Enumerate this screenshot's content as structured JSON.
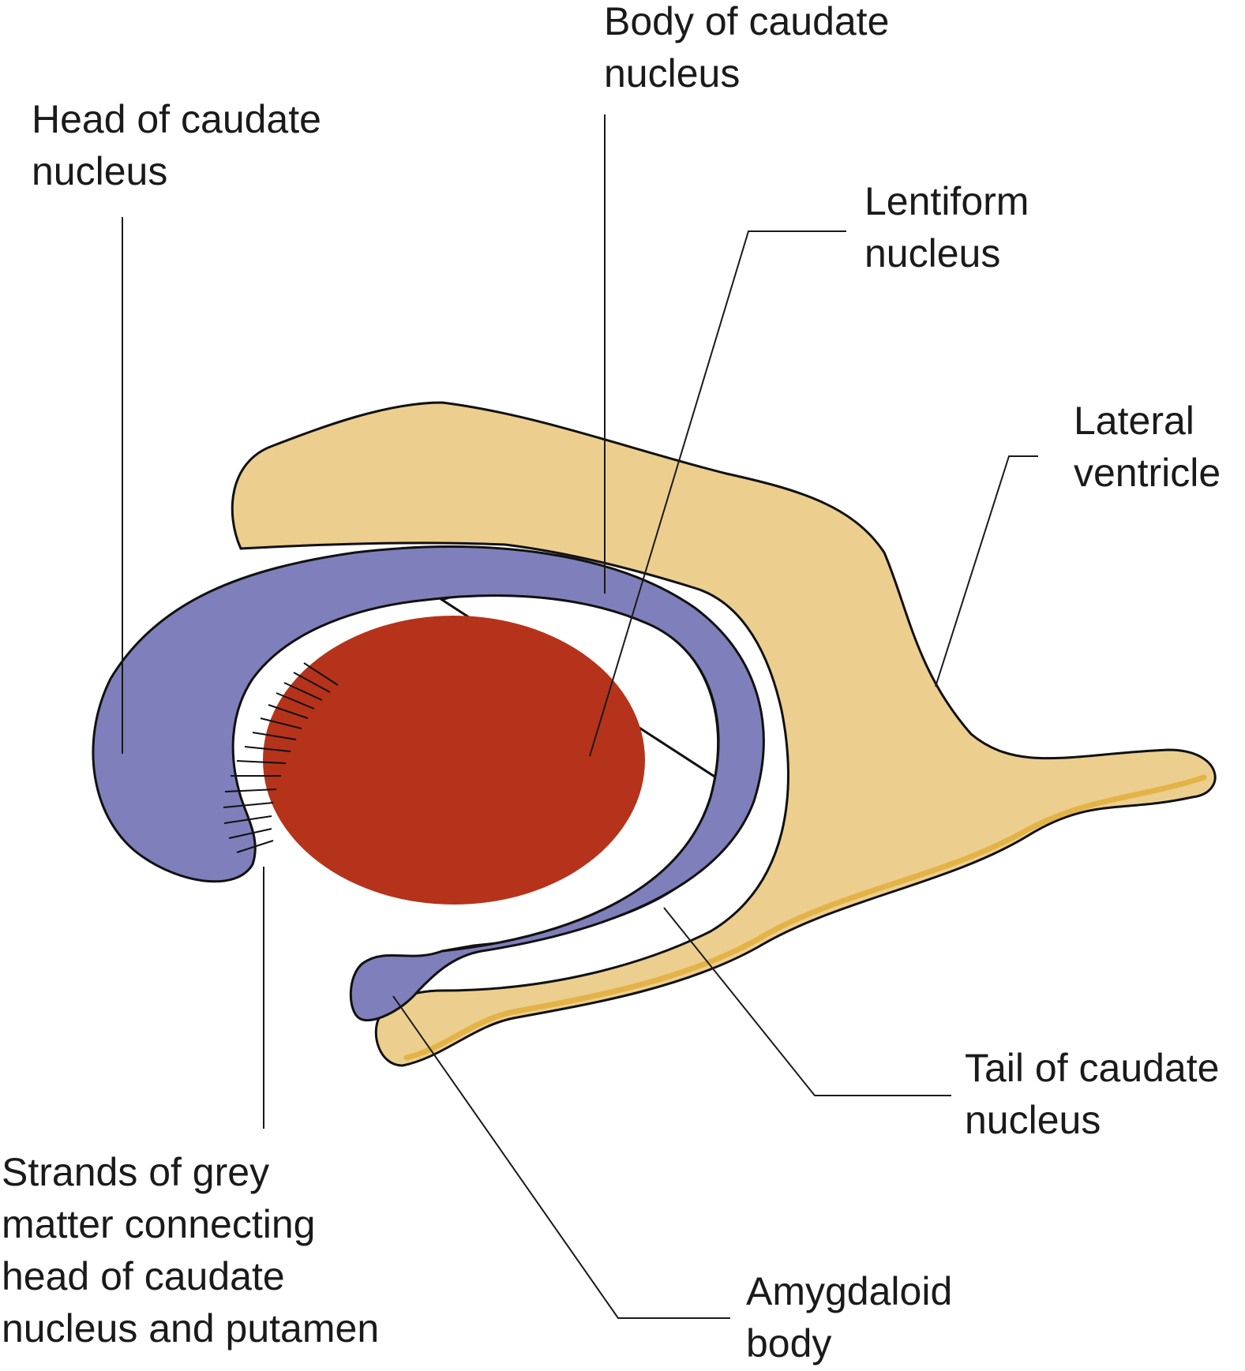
{
  "colors": {
    "ventricle": "#ecce8e",
    "ventricle_rim": "#e3b347",
    "caudate": "#7f7fbb",
    "lentiform": "#b5331b",
    "outline": "#111111"
  },
  "labels": {
    "body_caudate": [
      "Body of caudate",
      "nucleus"
    ],
    "head_caudate": [
      "Head of caudate",
      "nucleus"
    ],
    "lentiform": [
      "Lentiform",
      "nucleus"
    ],
    "lateral_ventricle": [
      "Lateral",
      "ventricle"
    ],
    "tail_caudate": [
      "Tail of caudate",
      "nucleus"
    ],
    "amygdaloid": [
      "Amygdaloid",
      "body"
    ],
    "strands": [
      "Strands of grey",
      "matter connecting",
      "head of caudate",
      "nucleus and putamen"
    ]
  }
}
